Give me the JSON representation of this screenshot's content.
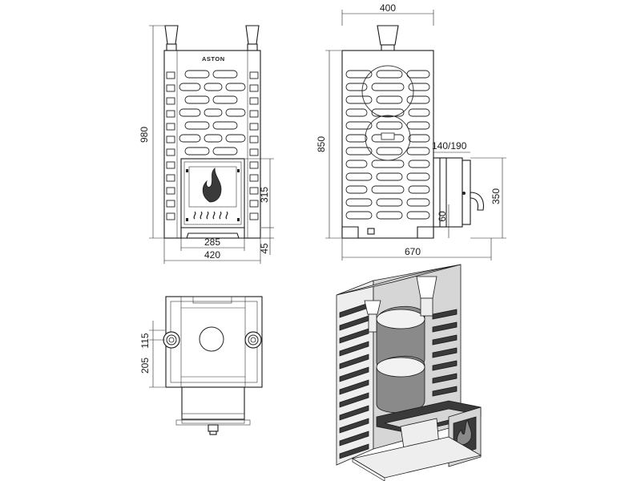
{
  "front_view": {
    "logo": "ASTON",
    "dim_height": "980",
    "dim_door_height": "315",
    "dim_base_height": "45",
    "dim_door_width": "285",
    "dim_width": "420"
  },
  "side_view": {
    "dim_top_width": "400",
    "dim_height": "850",
    "dim_flue_size": "140/190",
    "dim_flue_height": "350",
    "dim_flue_offset": "60",
    "dim_total_depth": "670"
  },
  "top_view": {
    "dim_upper_offset": "115",
    "dim_lower_offset": "205"
  },
  "colors": {
    "line": "#1a1a1a",
    "background": "#ffffff",
    "shade_dark": "#3a3a3a",
    "shade_mid": "#8a8a8a",
    "shade_light": "#d6d6d6"
  }
}
